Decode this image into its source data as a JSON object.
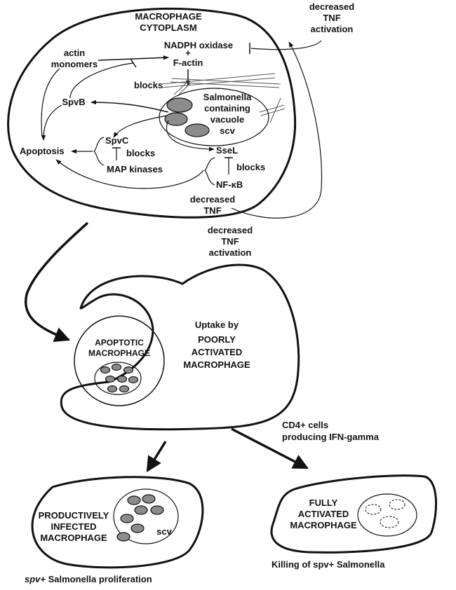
{
  "top_cell": {
    "title_line1": "MACROPHAGE",
    "title_line2": "CYTOPLASM",
    "actin_monomers_1": "actin",
    "actin_monomers_2": "monomers",
    "nadph_oxidase": "NADPH oxidase",
    "plus": "+",
    "f_actin": "F-actin",
    "blocks_spvb": "blocks",
    "spvb": "SpvB",
    "scv_line1": "Salmonella",
    "scv_line2": "containing",
    "scv_line3": "vacuole",
    "scv_line4": "scv",
    "spvc": "SpvC",
    "blocks_spvc": "blocks",
    "map_kinases": "MAP kinases",
    "apoptosis": "Apoptosis",
    "ssel": "SseL",
    "blocks_ssel": "blocks",
    "nfkb": "NF-κB",
    "decreased_tnf_1": "decreased",
    "decreased_tnf_2": "TNF"
  },
  "top_right_label": {
    "line1": "decreased",
    "line2": "TNF",
    "line3": "activation"
  },
  "middle_label": {
    "line1": "decreased",
    "line2": "TNF",
    "line3": "activation"
  },
  "middle_cell": {
    "apoptotic_1": "APOPTOTIC",
    "apoptotic_2": "MACROPHAGE",
    "uptake_1": "Uptake by",
    "uptake_2": "POORLY",
    "uptake_3": "ACTIVATED",
    "uptake_4": "MACROPHAGE"
  },
  "cd4_label": {
    "line1": "CD4+ cells",
    "line2": "producing IFN-gamma"
  },
  "bottom_left_cell": {
    "line1": "PRODUCTIVELY",
    "line2": "INFECTED",
    "line3": "MACROPHAGE",
    "scv": "scv"
  },
  "bottom_right_cell": {
    "line1": "FULLY",
    "line2": "ACTIVATED",
    "line3": "MACROPHAGE"
  },
  "caption_left_italic": "spv+",
  "caption_left_rest": " Salmonella proliferation",
  "caption_right": "Killing of spv+ Salmonella"
}
